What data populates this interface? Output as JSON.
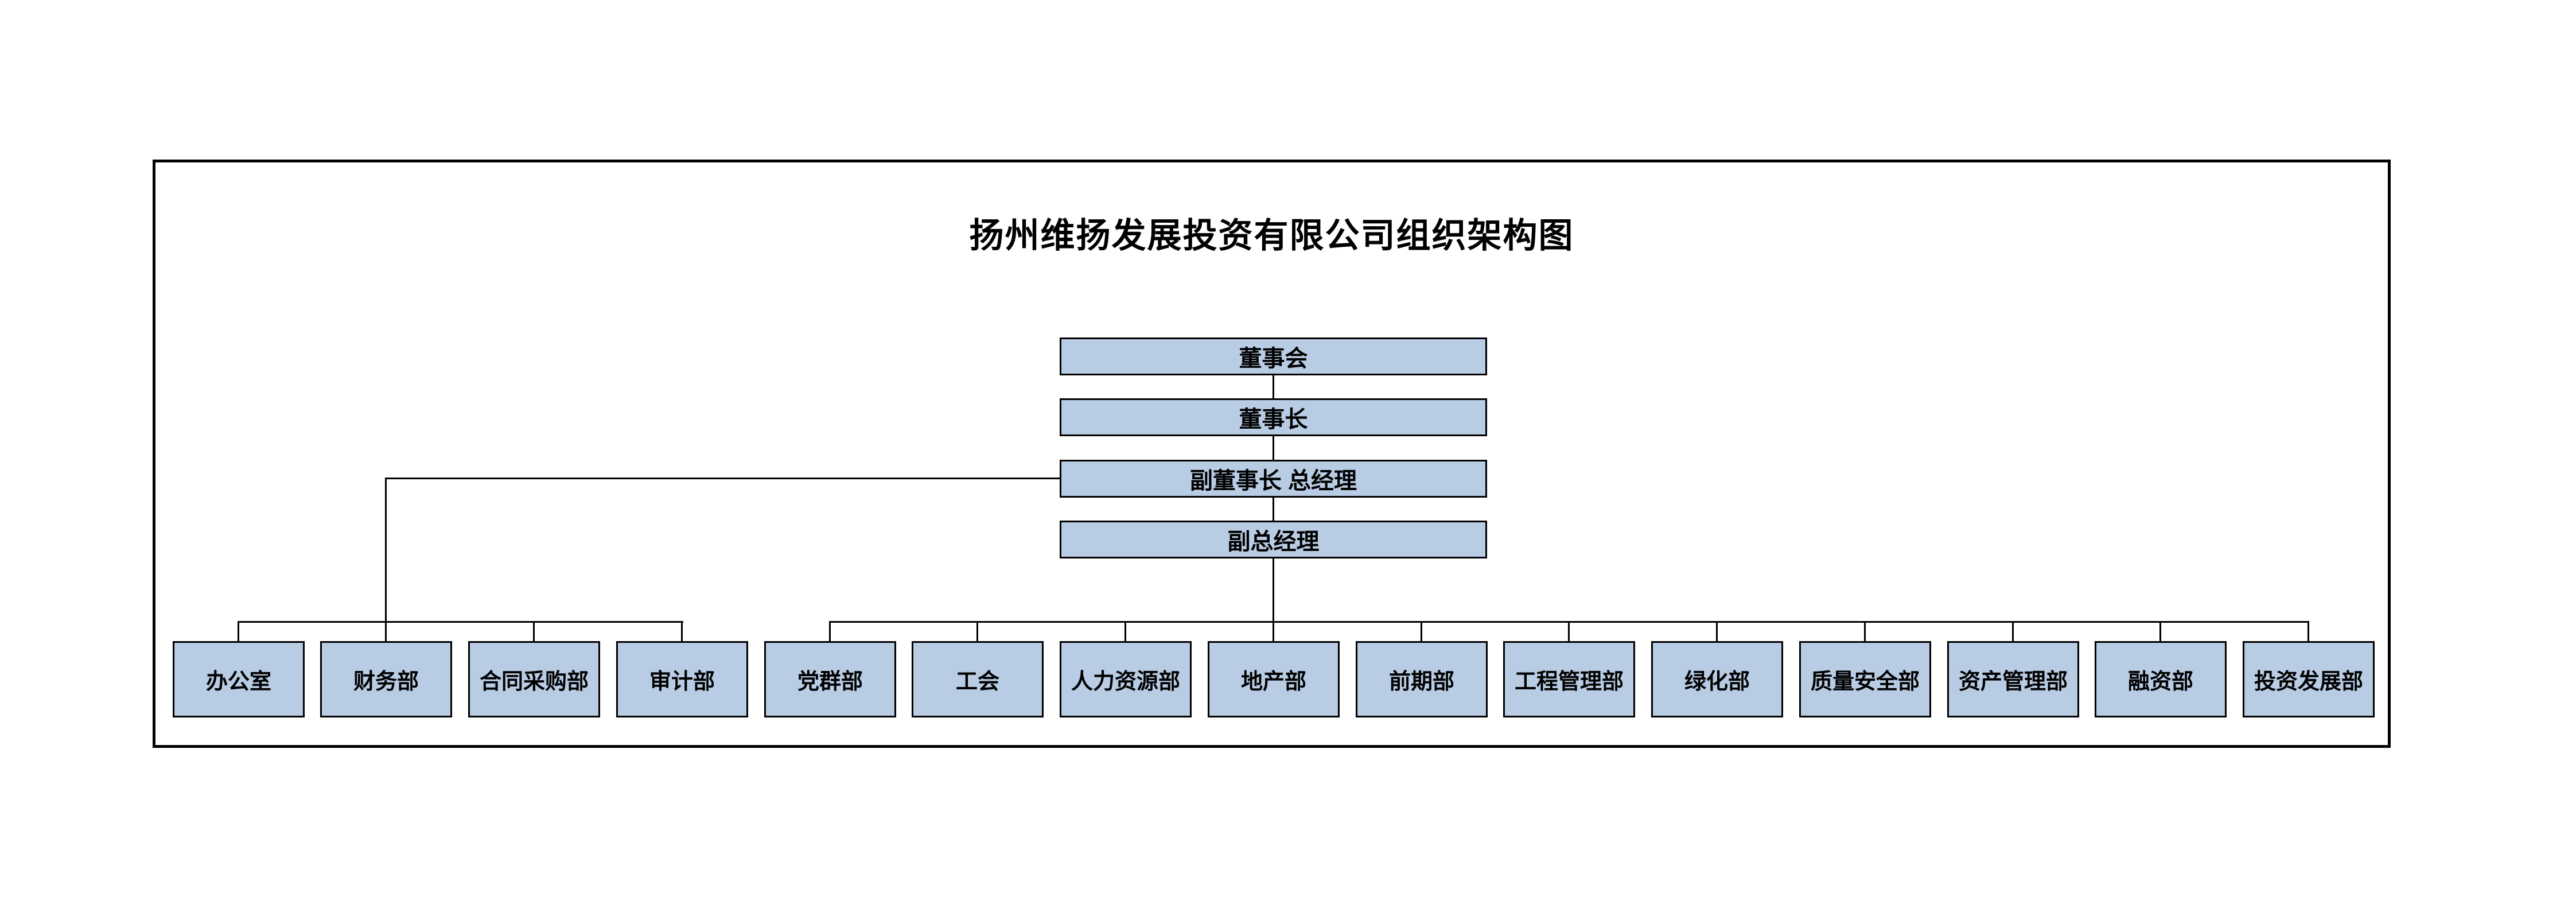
{
  "title": "扬州维扬发展投资有限公司组织架构图",
  "chain": [
    "董事会",
    "董事长",
    "副董事长 总经理",
    "副总经理"
  ],
  "departments": [
    "办公室",
    "财务部",
    "合同采购部",
    "审计部",
    "党群部",
    "工会",
    "人力资源部",
    "地产部",
    "前期部",
    "工程管理部",
    "绿化部",
    "质量安全部",
    "资产管理部",
    "融资部",
    "投资发展部"
  ],
  "structure": {
    "type": "org-chart",
    "root": "董事会",
    "chain_order": [
      "董事会",
      "董事长",
      "副董事长 总经理",
      "副总经理"
    ],
    "left_group_parent": "副董事长 总经理",
    "left_group": [
      "办公室",
      "财务部",
      "合同采购部",
      "审计部"
    ],
    "right_group_parent": "副总经理",
    "right_group": [
      "党群部",
      "工会",
      "人力资源部",
      "地产部",
      "前期部",
      "工程管理部",
      "绿化部",
      "质量安全部",
      "资产管理部",
      "融资部",
      "投资发展部"
    ]
  },
  "colors": {
    "box_fill": "#b8cce4",
    "box_border": "#000000",
    "line": "#000000",
    "frame_border": "#000000",
    "background": "#ffffff"
  }
}
